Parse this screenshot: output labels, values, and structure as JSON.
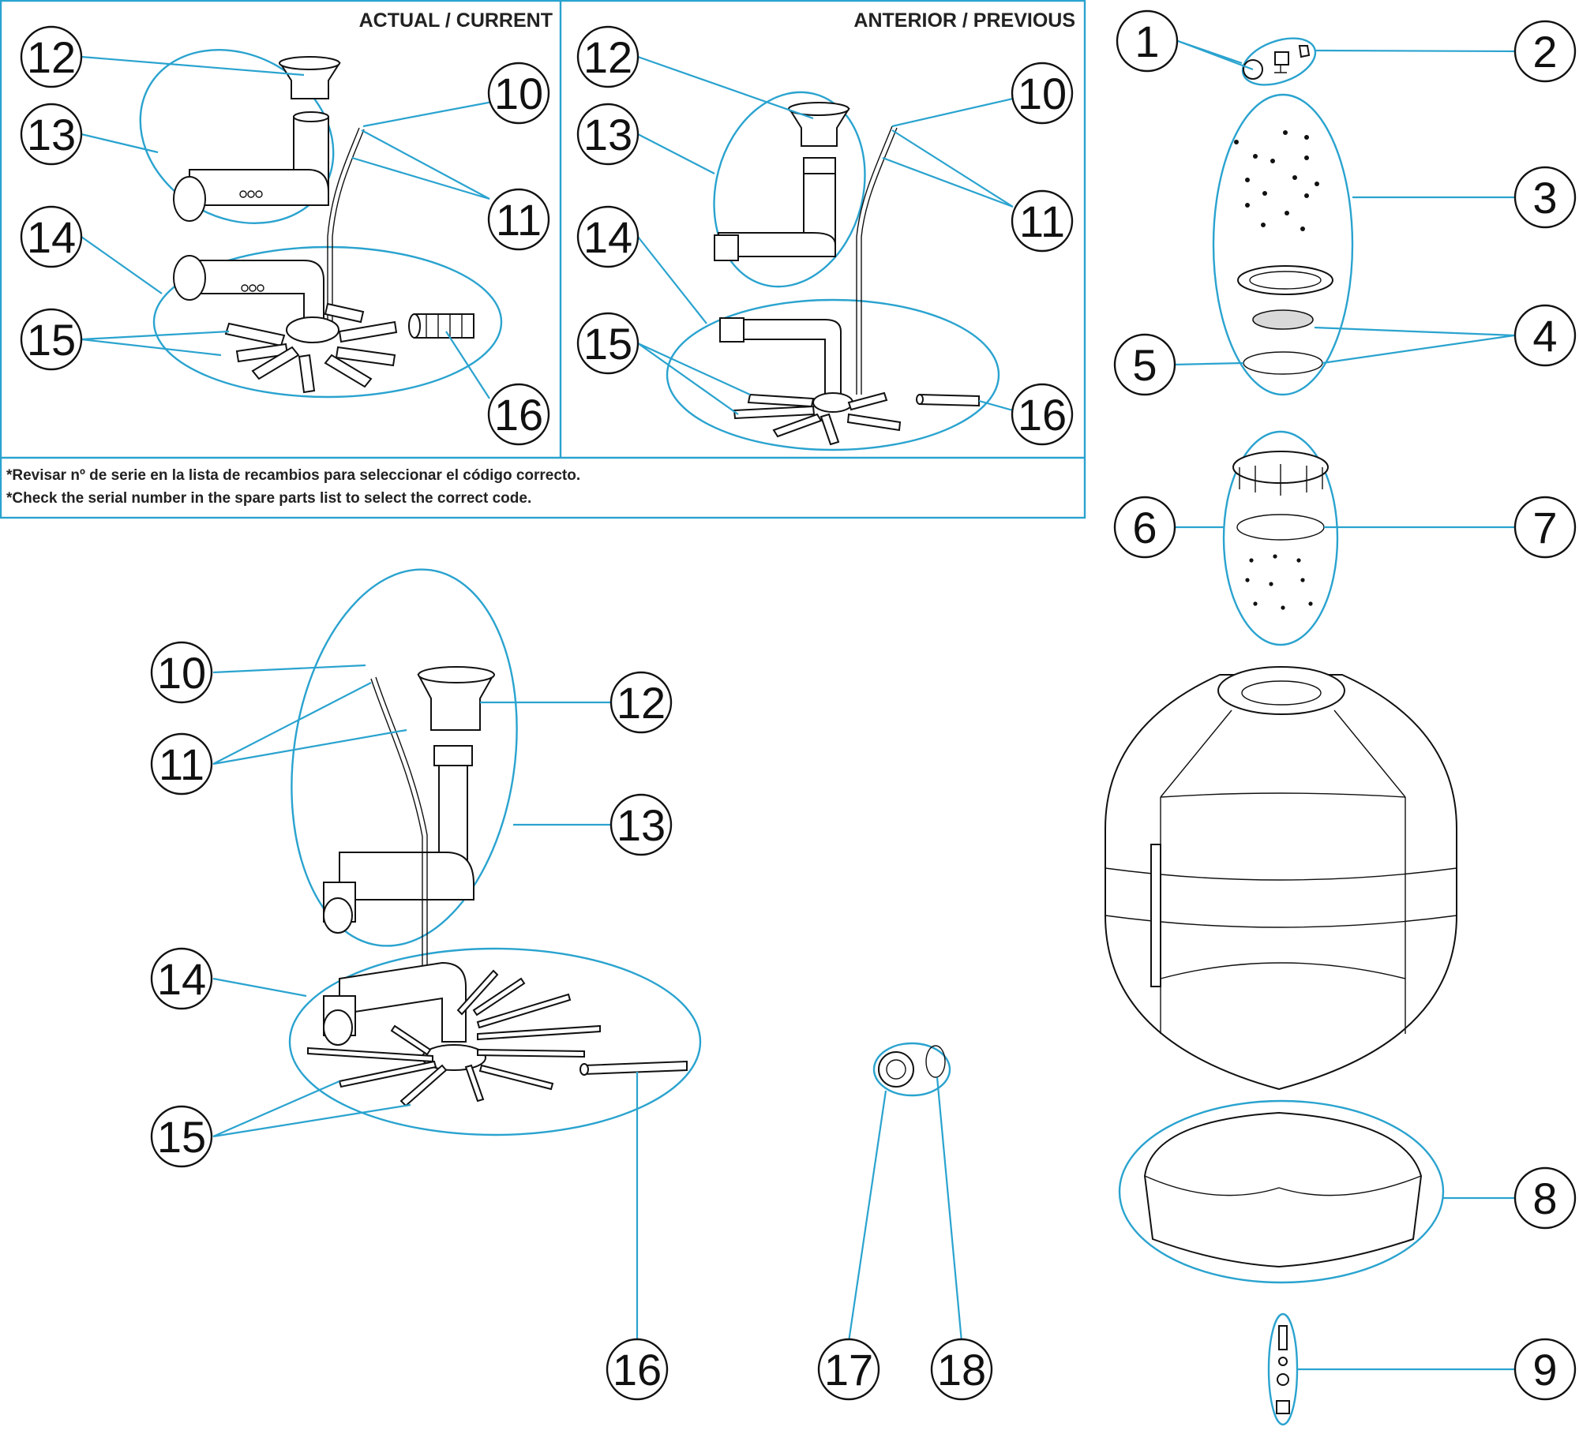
{
  "panels": {
    "current_label": "ACTUAL / CURRENT",
    "previous_label": "ANTERIOR / PREVIOUS"
  },
  "notes": {
    "line1": "*Revisar nº de serie en la lista de recambios para seleccionar el código correcto.",
    "line2": "*Check the serial number in the spare parts list to select the correct code."
  },
  "callouts": {
    "n1": "1",
    "n2": "2",
    "n3": "3",
    "n4": "4",
    "n5": "5",
    "n6": "6",
    "n7": "7",
    "n8": "8",
    "n9": "9",
    "n10": "10",
    "n11": "11",
    "n12": "12",
    "n13": "13",
    "n14": "14",
    "n15": "15",
    "n16": "16",
    "n17": "17",
    "n18": "18"
  },
  "colors": {
    "leader": "#2aa3cf",
    "line": "#111111"
  }
}
